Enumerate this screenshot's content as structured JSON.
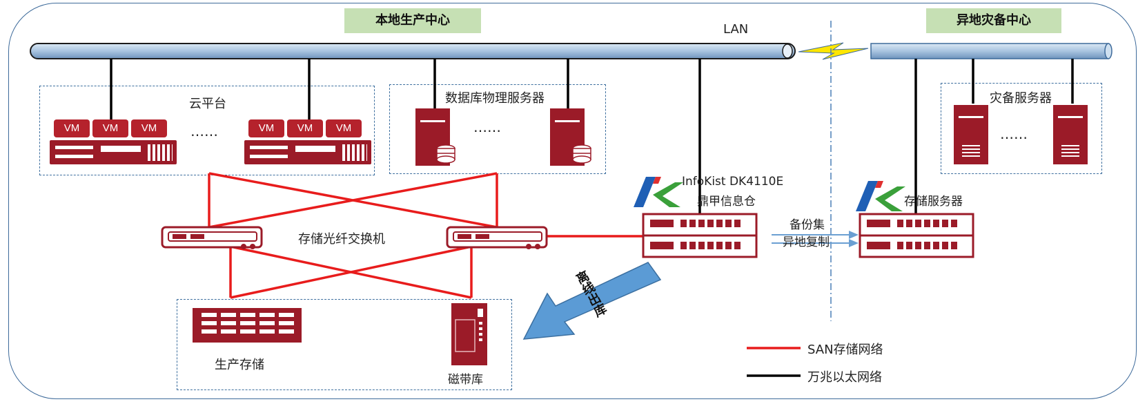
{
  "local_center": "本地生产中心",
  "remote_center": "异地灾备中心",
  "lan": "LAN",
  "cloud": {
    "title": "云平台",
    "vm": "VM",
    "ellipsis": "……"
  },
  "db_servers": {
    "title": "数据库物理服务器",
    "ellipsis": "……"
  },
  "dr_servers": {
    "title": "灾备服务器",
    "ellipsis": "……"
  },
  "fc_switch": "存储光纤交换机",
  "infokist": {
    "model": "InfoKist DK4110E",
    "name": "鼎甲信息仓"
  },
  "storage_server": "存储服务器",
  "backup_copy": {
    "line1": "备份集",
    "line2": "异地复制"
  },
  "offline_arrow": "离线出库",
  "prod_storage": "生产存储",
  "tape_library": "磁带库",
  "legend": {
    "san": {
      "label": "SAN存储网络",
      "color": "#e81c1c"
    },
    "ethernet": {
      "label": "万兆以太网络",
      "color": "#000000"
    }
  },
  "colors": {
    "device": "#9b1b28",
    "pipe": "#a9c4e0",
    "accent_green": "#3aa03a",
    "accent_blue": "#1f5fb5"
  }
}
